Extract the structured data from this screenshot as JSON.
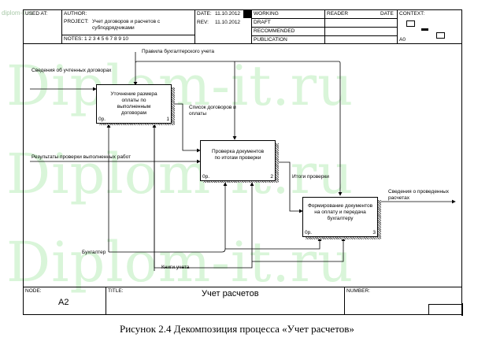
{
  "watermarks": [
    "Diplom-it.ru",
    "Diplom-it.ru",
    "Diplom-it.ru"
  ],
  "corner_watermark": "diplom-it.ru",
  "header": {
    "used_at": "USED AT:",
    "author": "AUTHOR:",
    "project_label": "PROJECT:",
    "project_value": "Учет договоров и расчетов с субподрядчиками",
    "notes": "NOTES: 1 2 3 4 5 6 7 8 9 10",
    "date_label": "DATE:",
    "date_value": "11.10.2012",
    "rev_label": "REV:",
    "rev_value": "11.10.2012",
    "status": [
      "WORKING",
      "DRAFT",
      "RECOMMENDED",
      "PUBLICATION"
    ],
    "reader": "READER",
    "reader_date": "DATE",
    "context": "CONTEXT:",
    "context_node": "A0"
  },
  "boxes": [
    {
      "title": "Уточнение размера оплаты по выполненным договорам",
      "cost": "0р.",
      "number": "1"
    },
    {
      "title": "Проверка документов по итогам проверки",
      "cost": "0р.",
      "number": "2"
    },
    {
      "title": "Формирование документов на оплату и передача бухгалтеру",
      "cost": "0р.",
      "number": "3"
    }
  ],
  "arrows": {
    "control_rules": "Правила бухгалтерского учета",
    "input_contracts": "Сведения об учтенных договорах",
    "list_contracts": "Список договоров и оплаты",
    "results": "Результаты проверки выполненных работ",
    "check_totals": "Итоги проверки",
    "output_payments": "Сведения о проведенных расчетах",
    "accountant": "Бухгалтер",
    "books": "Книги учета"
  },
  "footer": {
    "node_label": "NODE:",
    "node_value": "A2",
    "title_label": "TITLE:",
    "title_value": "Учет расчетов",
    "number_label": "NUMBER:"
  },
  "caption": "Рисунок 2.4 Декомпозиция процесса «Учет расчетов»"
}
